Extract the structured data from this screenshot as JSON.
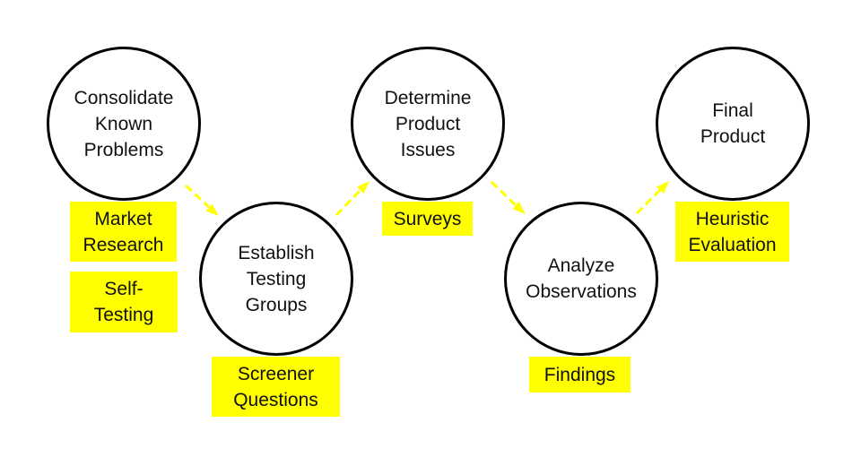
{
  "colors": {
    "node_border": "#000000",
    "tag_background": "#ffff00",
    "arrow": "#ffff00",
    "text": "#111111"
  },
  "nodes": [
    {
      "id": "consolidate",
      "label": "Consolidate\nKnown\nProblems"
    },
    {
      "id": "establish",
      "label": "Establish\nTesting\nGroups"
    },
    {
      "id": "determine",
      "label": "Determine\nProduct\nIssues"
    },
    {
      "id": "analyze",
      "label": "Analyze\nObservations"
    },
    {
      "id": "final",
      "label": "Final\nProduct"
    }
  ],
  "tags": [
    {
      "id": "market-research",
      "label": "Market\nResearch"
    },
    {
      "id": "self-testing",
      "label": "Self-\nTesting"
    },
    {
      "id": "screener-questions",
      "label": "Screener\nQuestions"
    },
    {
      "id": "surveys",
      "label": "Surveys"
    },
    {
      "id": "findings",
      "label": "Findings"
    },
    {
      "id": "heuristic-evaluation",
      "label": "Heuristic\nEvaluation"
    }
  ],
  "edges": [
    {
      "from": "consolidate",
      "to": "establish"
    },
    {
      "from": "establish",
      "to": "determine"
    },
    {
      "from": "determine",
      "to": "analyze"
    },
    {
      "from": "analyze",
      "to": "final"
    }
  ]
}
